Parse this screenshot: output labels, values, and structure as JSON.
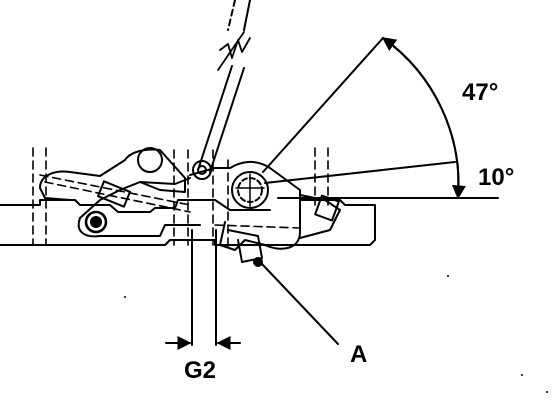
{
  "labels": {
    "angle_upper": "47°",
    "angle_lower": "10°",
    "gap": "G2",
    "callout": "A"
  },
  "colors": {
    "ink": "#000000",
    "paper": "#ffffff"
  }
}
